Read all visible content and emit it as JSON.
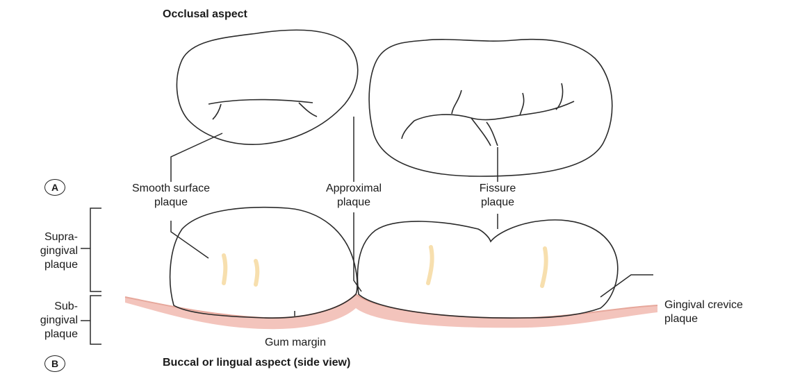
{
  "panels": {
    "a": {
      "badge": "A",
      "title": "Occlusal aspect"
    },
    "b": {
      "badge": "B",
      "title": "Buccal or lingual aspect (side view)"
    }
  },
  "labels": {
    "smooth_surface": [
      "Smooth surface",
      "plaque"
    ],
    "approximal": [
      "Approximal",
      "plaque"
    ],
    "fissure": [
      "Fissure",
      "plaque"
    ],
    "supra_gingival": [
      "Supra-",
      "gingival",
      "plaque"
    ],
    "sub_gingival": [
      "Sub-",
      "gingival",
      "plaque"
    ],
    "gum_margin": "Gum margin",
    "gingival_crevice": [
      "Gingival crevice",
      "plaque"
    ]
  },
  "colors": {
    "outline": "#2a2a2a",
    "gum": "#f3c4bc",
    "gum_edge": "#e6a79b",
    "plaque": "#f7dfae"
  }
}
